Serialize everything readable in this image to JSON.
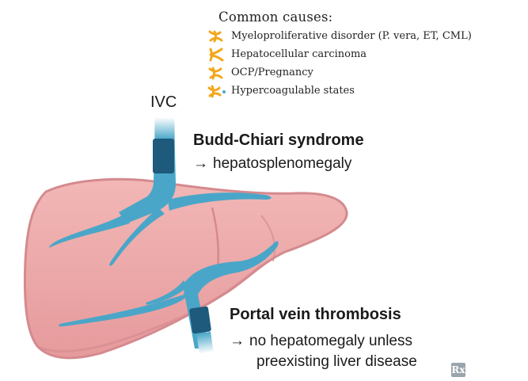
{
  "causes": {
    "title": "Common causes:",
    "items": [
      "Myeloproliferative disorder (P. vera, ET, CML)",
      "Hepatocellular carcinoma",
      "OCP/Pregnancy",
      "Hypercoagulable states"
    ],
    "icon": "clot-icon",
    "icon_color": "#f2a71b"
  },
  "ivc_label": "IVC",
  "budd_chiari": {
    "title": "Budd-Chiari syndrome",
    "arrow": "→",
    "result": "hepatosplenomegaly"
  },
  "portal": {
    "title": "Portal vein thrombosis",
    "arrow": "→",
    "result_line1": "no hepatomegaly unless",
    "result_line2": "preexisting liver disease"
  },
  "rx_badge": "Rx",
  "colors": {
    "liver_fill": "#eda5a5",
    "liver_edge": "#d48a8e",
    "vessel": "#4aa6c8",
    "thrombus": "#1d5a7c"
  }
}
